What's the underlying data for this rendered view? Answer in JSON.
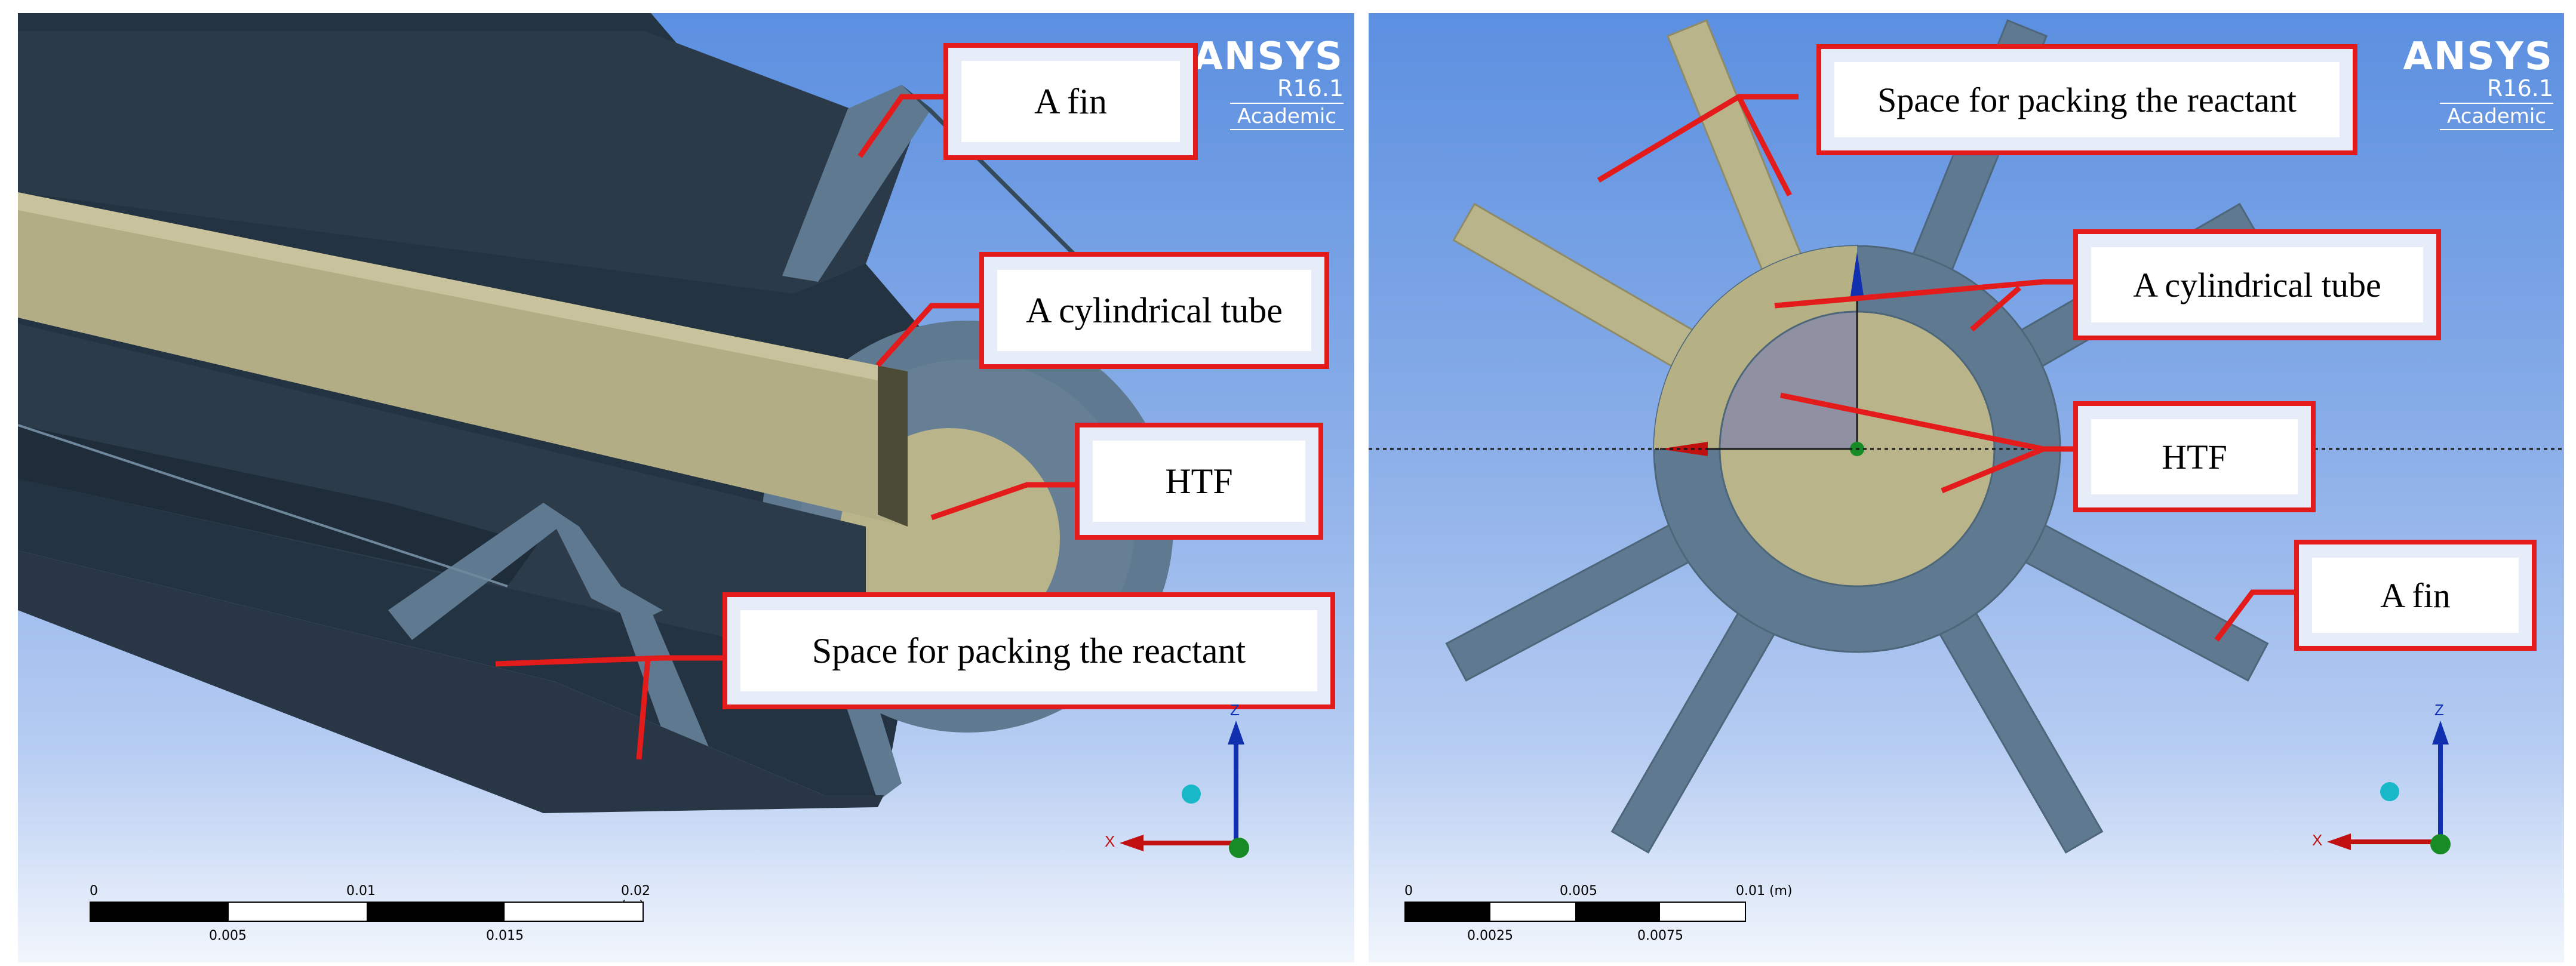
{
  "brand": {
    "name": "ANSYS",
    "version": "R16.1",
    "edition": "Academic"
  },
  "left": {
    "labels": {
      "fin": "A fin",
      "tube": "A cylindrical tube",
      "htf": "HTF",
      "space": "Space for packing the reactant"
    },
    "scale": {
      "top": [
        "0",
        "0.01",
        "0.02 (m)"
      ],
      "bottom": [
        "0.005",
        "0.015"
      ]
    },
    "triad": {
      "x": "X",
      "z": "Z"
    }
  },
  "right": {
    "labels": {
      "space": "Space for packing the reactant",
      "tube": "A cylindrical tube",
      "htf": "HTF",
      "fin": "A fin"
    },
    "scale": {
      "top": [
        "0",
        "0.005",
        "0.01 (m)"
      ],
      "bottom": [
        "0.0025",
        "0.0075"
      ]
    },
    "triad": {
      "x": "X",
      "z": "Z"
    }
  },
  "colors": {
    "callout_border": "#e41b1b",
    "fin_metal": "#5f7a90",
    "dark_body": "#243341",
    "reactant_fill": "#b9b48a",
    "axis_x": "#c01010",
    "axis_z": "#1030b0"
  }
}
